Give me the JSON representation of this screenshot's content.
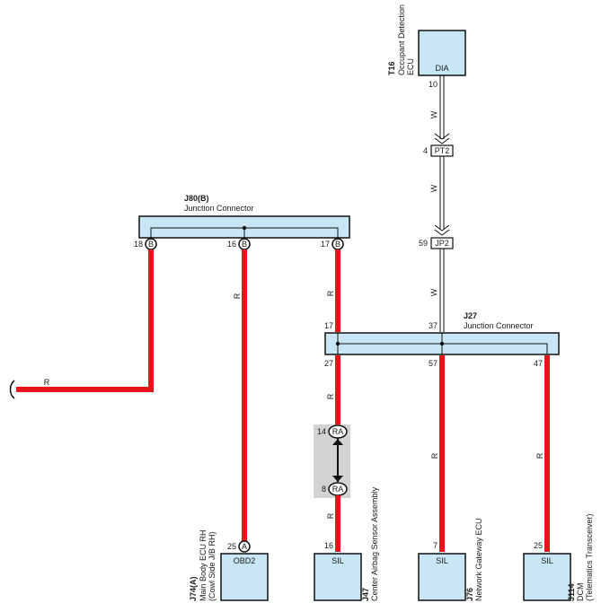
{
  "components": {
    "t16": {
      "code": "T16",
      "name_line1": "Occupant Detection",
      "name_line2": "ECU",
      "terminal_label": "DIA",
      "pin": "10"
    },
    "j80": {
      "code": "J80(B)",
      "name": "Junction Connector",
      "pins": [
        "18",
        "16",
        "17"
      ],
      "pin_letter": "B"
    },
    "j27": {
      "code": "J27",
      "name": "Junction Connector",
      "pins_top": [
        "17",
        "37"
      ],
      "pins_bottom": [
        "27",
        "57",
        "47"
      ]
    },
    "j74": {
      "code": "J74(A)",
      "name_line1": "Main Body ECU RH",
      "name_line2": "(Cowl Side J/B RH)",
      "terminal_label": "OBD2",
      "pin": "25",
      "pin_letter": "A"
    },
    "j47": {
      "code": "J47",
      "name": "Center Airbag Sensor Assembly",
      "terminal_label": "SIL",
      "pin": "16"
    },
    "j76": {
      "code": "J76",
      "name": "Network Gateway ECU",
      "terminal_label": "SIL",
      "pin": "7"
    },
    "j114": {
      "code": "J114",
      "name_line1": "DCM",
      "name_line2": "(Telematics Transceiver)",
      "terminal_label": "SIL",
      "pin": "25"
    }
  },
  "connectors": {
    "pt2": {
      "label": "PT2",
      "pin": "4"
    },
    "jp2": {
      "label": "JP2",
      "pin": "59"
    },
    "ra": {
      "label": "RA",
      "pin_top": "14",
      "pin_bottom": "8"
    }
  },
  "wire_colors": {
    "white": "W",
    "red": "R"
  },
  "colors": {
    "wire_red": "#e8141c",
    "component_fill": "#c8e6f5",
    "ground_shade": "#d3d3d3"
  }
}
